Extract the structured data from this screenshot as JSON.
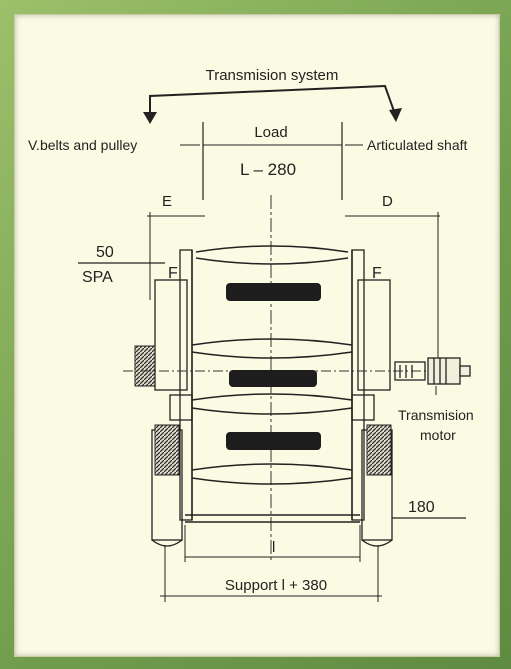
{
  "labels": {
    "title": "Transmision system",
    "left_drive": "V.belts and pulley",
    "right_drive": "Articulated shaft",
    "load": "Load",
    "load_dim": "L – 280",
    "e": "E",
    "d": "D",
    "fifty": "50",
    "spa": "SPA",
    "f_left": "F",
    "f_right": "F",
    "motor_line1": "Transmision",
    "motor_line2": "motor",
    "dim_180": "180",
    "dim_l": "l",
    "support": "Support l + 380"
  },
  "colors": {
    "background": "#7fa85a",
    "paper": "#fbfbe3",
    "ink": "#222222",
    "hatch": "#2b2b2b"
  }
}
